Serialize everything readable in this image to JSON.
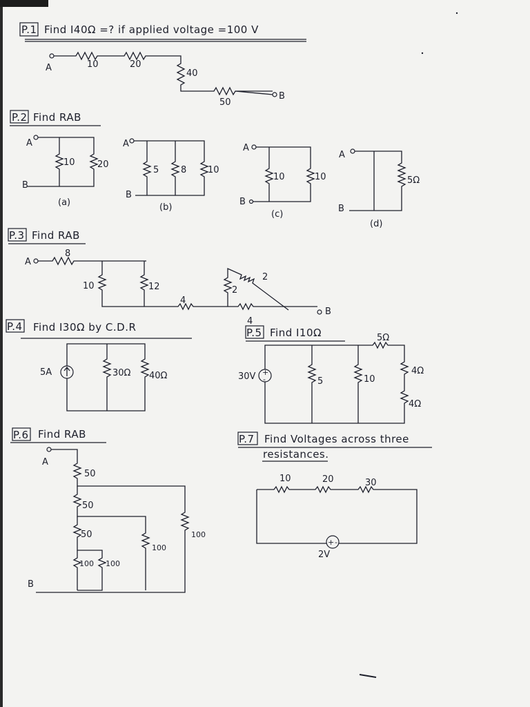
{
  "problems": [
    {
      "id": "p1",
      "number": "P.1",
      "title": "Find I40Ω =? if applied voltage =100 V",
      "labels": {
        "a": "A",
        "b": "B",
        "r10": "10",
        "r20": "20",
        "r40": "40",
        "r50": "50"
      }
    },
    {
      "id": "p2",
      "number": "P.2",
      "title": "Find RAB",
      "subparts": [
        {
          "tag": "(a)",
          "a": "A",
          "b": "B",
          "resistors": [
            "10",
            "20"
          ]
        },
        {
          "tag": "(b)",
          "a": "A",
          "b": "B",
          "resistors": [
            "5",
            "8",
            "10"
          ]
        },
        {
          "tag": "(c)",
          "a": "A",
          "b": "B",
          "resistors": [
            "10",
            "10"
          ]
        },
        {
          "tag": "(d)",
          "a": "A",
          "b": "B",
          "resistors": [
            "5Ω"
          ]
        }
      ]
    },
    {
      "id": "p3",
      "number": "P.3",
      "title": "Find RAB",
      "labels": {
        "a": "A",
        "b": "B",
        "r8": "8",
        "r10": "10",
        "r12": "12",
        "r4a": "4",
        "r2a": "2",
        "r2b": "2",
        "r4b": "4"
      }
    },
    {
      "id": "p4",
      "number": "P.4",
      "title": "Find I30Ω by C.D.R",
      "labels": {
        "source": "5A",
        "r30": "30Ω",
        "r40": "40Ω"
      }
    },
    {
      "id": "p5",
      "number": "P.5",
      "title": "Find I10Ω",
      "labels": {
        "source": "30V",
        "r5top": "5Ω",
        "r5": "5",
        "r10": "10",
        "r4a": "4Ω",
        "r4b": "4Ω"
      }
    },
    {
      "id": "p6",
      "number": "P.6",
      "title": "Find RAB",
      "labels": {
        "a": "A",
        "b": "B",
        "r50a": "50",
        "r50b": "50",
        "r50c": "50",
        "r100a": "100",
        "r100b": "100",
        "r100c": "100",
        "r100d": "100"
      }
    },
    {
      "id": "p7",
      "number": "P.7",
      "title_line1": "Find Voltages across three",
      "title_line2": "resistances.",
      "labels": {
        "r10": "10",
        "r20": "20",
        "r30": "30",
        "source": "2V"
      }
    }
  ]
}
